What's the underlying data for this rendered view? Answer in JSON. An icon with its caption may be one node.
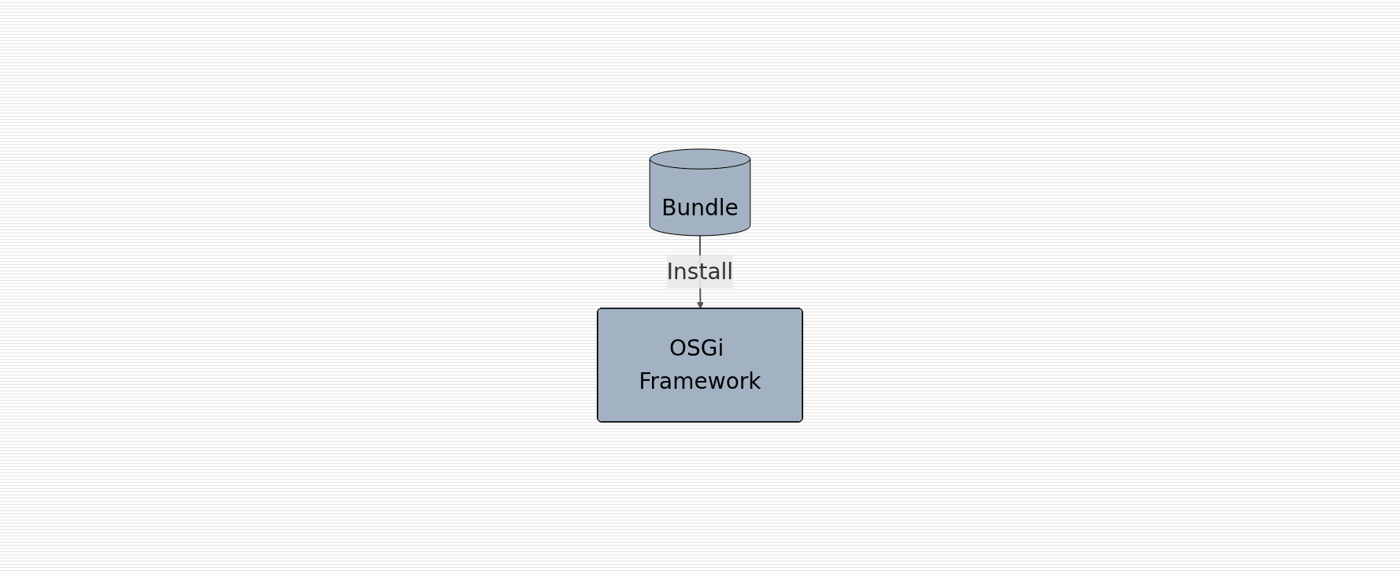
{
  "diagram": {
    "nodes": [
      {
        "text": [
          "Bundle"
        ]
      },
      {
        "text": [
          "OSGi Framework"
        ]
      }
    ],
    "edges": [
      {
        "from": 0,
        "to": 1,
        "arrow": "to",
        "label": "Install"
      }
    ]
  }
}
